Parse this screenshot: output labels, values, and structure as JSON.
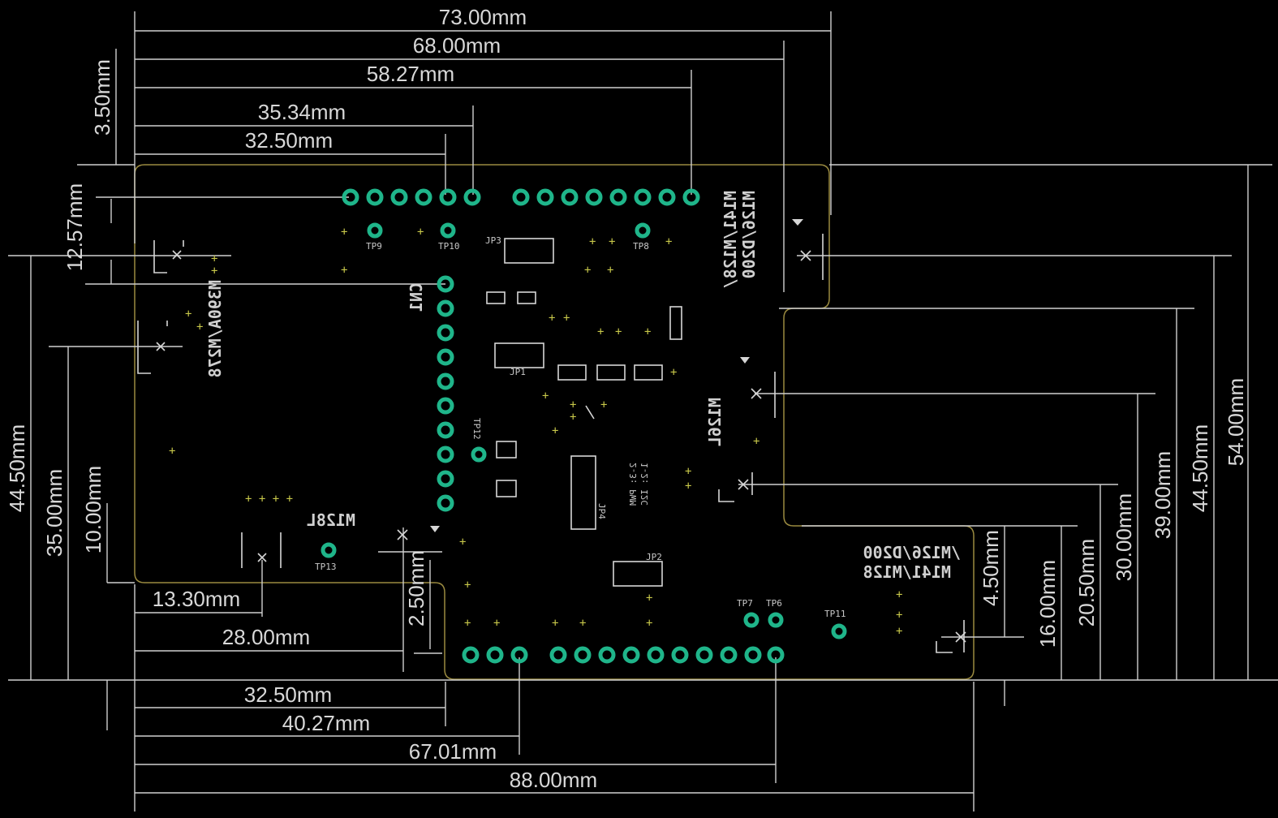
{
  "dimensions": {
    "top": [
      "73.00mm",
      "68.00mm",
      "58.27mm",
      "35.34mm",
      "32.50mm"
    ],
    "bottom": [
      "32.50mm",
      "40.27mm",
      "67.01mm",
      "88.00mm"
    ],
    "left_vertical": [
      "3.50mm",
      "12.57mm",
      "44.50mm",
      "35.00mm",
      "10.00mm"
    ],
    "right_vertical": [
      "54.00mm",
      "44.50mm",
      "39.00mm",
      "30.00mm",
      "20.50mm",
      "16.00mm",
      "4.50mm"
    ],
    "inner": [
      "13.30mm",
      "28.00mm",
      "2.50mm"
    ]
  },
  "silkscreen": {
    "top_right_label_1": "M141/M128/",
    "top_right_label_2": "M126/D200",
    "left_label": "M390A/M278",
    "right_label": "M126L",
    "bottom_left_label": "M128L",
    "bottom_right_label_1": "/M126/D200",
    "bottom_right_label_2": "M141/M128",
    "jp_label_1": "1-2: I2C",
    "jp_label_2": "2-3: PWM",
    "cn_label": "CN1"
  },
  "test_points": [
    "TP9",
    "TP10",
    "TP8",
    "JP3",
    "JP1",
    "TP12",
    "JP4",
    "JP2",
    "TP13",
    "TP7",
    "TP6",
    "TP11"
  ],
  "colors": {
    "background": "#000000",
    "pad": "#1fb58a",
    "outline": "#9a8a40",
    "dimension": "#cfcfcf"
  }
}
